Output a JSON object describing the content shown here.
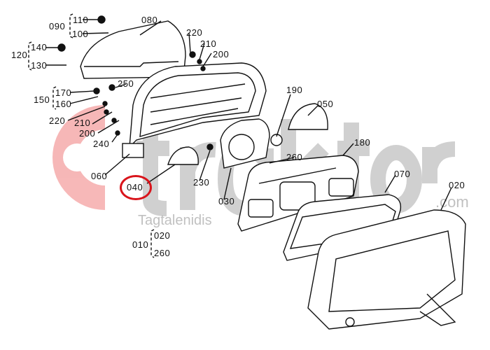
{
  "watermark": {
    "brand": "traktor",
    "domain": ".com",
    "subtitle": "Tagtalenidis",
    "logo_color": "#f08080"
  },
  "highlight": {
    "label": "040",
    "color": "#d9141b"
  },
  "labels": {
    "l110": "110",
    "l090": "090",
    "l100": "100",
    "l080": "080",
    "l220a": "220",
    "l210a": "210",
    "l200a": "200",
    "l120": "120",
    "l140": "140",
    "l130": "130",
    "l250": "250",
    "l170": "170",
    "l150": "150",
    "l160": "160",
    "l220b": "220",
    "l210b": "210",
    "l200b": "200",
    "l240": "240",
    "l190": "190",
    "l050": "050",
    "l180": "180",
    "l260a": "260",
    "l060": "060",
    "l040": "040",
    "l230": "230",
    "l030": "030",
    "l070": "070",
    "l020a": "020",
    "l010": "010",
    "l020b": "020",
    "l260b": "260"
  }
}
